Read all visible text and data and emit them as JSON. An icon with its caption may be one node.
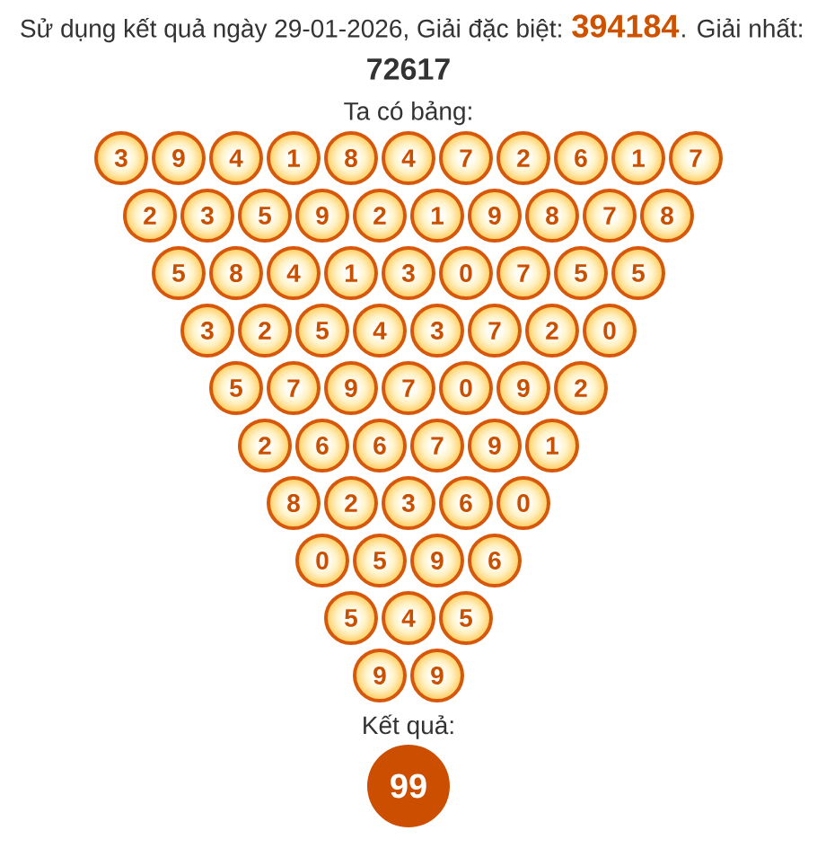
{
  "diagram": {
    "nodes": [
      {
        "text": [
          "3"
        ]
      },
      {
        "text": [
          "9"
        ]
      },
      {
        "text": [
          "4"
        ]
      },
      {
        "text": [
          "1"
        ]
      },
      {
        "text": [
          "8"
        ]
      },
      {
        "text": [
          "4"
        ]
      },
      {
        "text": [
          "7"
        ]
      },
      {
        "text": [
          "2"
        ]
      },
      {
        "text": [
          "6"
        ]
      },
      {
        "text": [
          "1"
        ]
      },
      {
        "text": [
          "7"
        ]
      },
      {
        "text": [
          "2"
        ]
      },
      {
        "text": [
          "3"
        ]
      },
      {
        "text": [
          "5"
        ]
      },
      {
        "text": [
          "9"
        ]
      },
      {
        "text": [
          "2"
        ]
      },
      {
        "text": [
          "1"
        ]
      },
      {
        "text": [
          "9"
        ]
      },
      {
        "text": [
          "8"
        ]
      },
      {
        "text": [
          "7"
        ]
      },
      {
        "text": [
          "8"
        ]
      },
      {
        "text": [
          "5"
        ]
      },
      {
        "text": [
          "8"
        ]
      },
      {
        "text": [
          "4"
        ]
      },
      {
        "text": [
          "1"
        ]
      },
      {
        "text": [
          "3"
        ]
      },
      {
        "text": [
          "0"
        ]
      },
      {
        "text": [
          "7"
        ]
      },
      {
        "text": [
          "5"
        ]
      },
      {
        "text": [
          "5"
        ]
      },
      {
        "text": [
          "3"
        ]
      },
      {
        "text": [
          "2"
        ]
      },
      {
        "text": [
          "5"
        ]
      },
      {
        "text": [
          "4"
        ]
      },
      {
        "text": [
          "3"
        ]
      },
      {
        "text": [
          "7"
        ]
      },
      {
        "text": [
          "2"
        ]
      },
      {
        "text": [
          "0"
        ]
      },
      {
        "text": [
          "5"
        ]
      },
      {
        "text": [
          "7"
        ]
      },
      {
        "text": [
          "9"
        ]
      },
      {
        "text": [
          "7"
        ]
      },
      {
        "text": [
          "0"
        ]
      },
      {
        "text": [
          "9"
        ]
      },
      {
        "text": [
          "2"
        ]
      },
      {
        "text": [
          "2"
        ]
      },
      {
        "text": [
          "6"
        ]
      },
      {
        "text": [
          "6"
        ]
      },
      {
        "text": [
          "7"
        ]
      },
      {
        "text": [
          "9"
        ]
      },
      {
        "text": [
          "1"
        ]
      },
      {
        "text": [
          "8"
        ]
      },
      {
        "text": [
          "2"
        ]
      },
      {
        "text": [
          "3"
        ]
      },
      {
        "text": [
          "6"
        ]
      },
      {
        "text": [
          "0"
        ]
      },
      {
        "text": [
          "0"
        ]
      },
      {
        "text": [
          "5"
        ]
      },
      {
        "text": [
          "9"
        ]
      },
      {
        "text": [
          "6"
        ]
      },
      {
        "text": [
          "5"
        ]
      },
      {
        "text": [
          "4"
        ]
      },
      {
        "text": [
          "5"
        ]
      },
      {
        "text": [
          "9"
        ]
      },
      {
        "text": [
          "9"
        ]
      },
      {
        "text": [
          "99"
        ],
        "beside": [
          "Kết quả:"
        ]
      }
    ],
    "labels": [
      "Sử dụng kết quả ngày 29-01-2026, Giải đặc biệt:",
      "394184",
      ". Giải nhất:",
      "72617",
      "Ta có bảng:"
    ]
  }
}
